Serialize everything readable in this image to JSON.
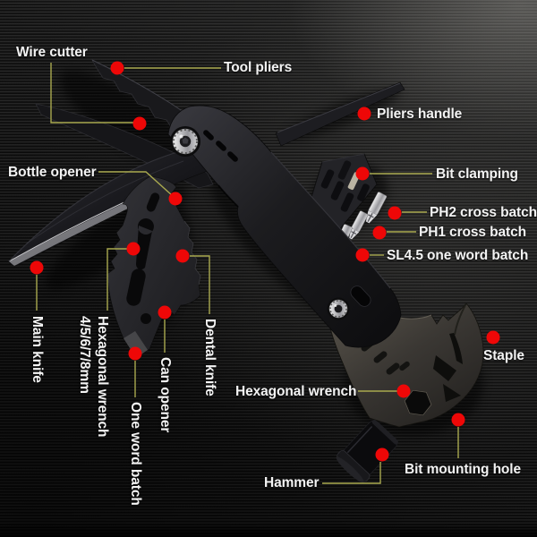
{
  "colors": {
    "background": "#141414",
    "callout_line": "#a9a94f",
    "callout_dot": "#ee0707",
    "label_text": "#f3f3f3"
  },
  "labels": {
    "wire_cutter": "Wire cutter",
    "tool_pliers": "Tool pliers",
    "pliers_handle": "Pliers handle",
    "bottle_opener": "Bottle opener",
    "bit_clamping": "Bit clamping",
    "ph2_cross_batch": "PH2 cross batch",
    "ph1_cross_batch": "PH1 cross batch",
    "sl45_one_word_batch": "SL4.5 one word batch",
    "main_knife": "Main knife",
    "hex_wrench_line1": "Hexagonal wrench",
    "hex_wrench_line2": "4/5/6/7/8mm",
    "can_opener": "Can opener",
    "one_word_batch": "One word batch",
    "dental_knife": "Dental knife",
    "hexagonal_wrench": "Hexagonal wrench",
    "staple": "Staple",
    "hammer": "Hammer",
    "bit_mounting_hole": "Bit mounting hole"
  }
}
